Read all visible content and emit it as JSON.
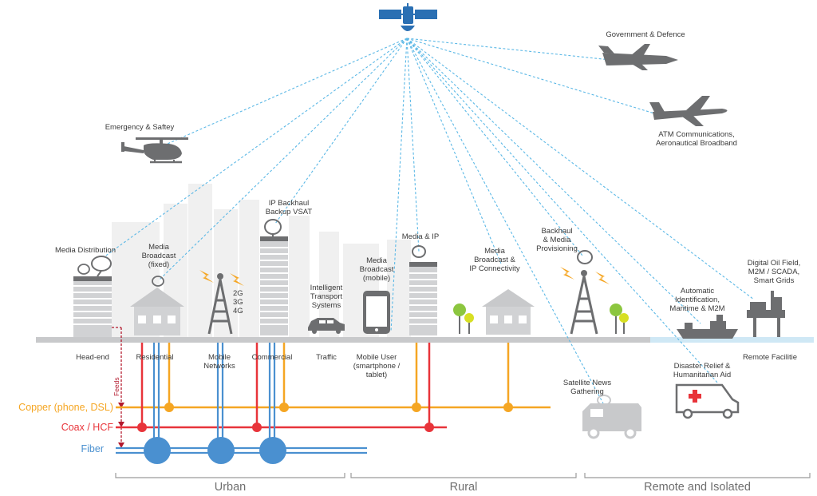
{
  "top_labels": {
    "government": "Government & Defence",
    "atm": "ATM Communications,\nAeronautical Broadband",
    "emergency": "Emergency & Saftey"
  },
  "service_labels": {
    "media_distribution": "Media Distribution",
    "media_broadcast_fixed": "Media\nBroadcast\n(fixed)",
    "mobile_gens": "2G\n3G\n4G",
    "ip_backhaul": "IP Backhaul\nBackup VSAT",
    "its": "Intelligent\nTransport\nSystems",
    "media_broadcast_mobile": "Media\nBroadcast\n(mobile)",
    "media_ip": "Media & IP",
    "media_broadcast_ip": "Media\nBroadcast &\nIP Connectivity",
    "backhaul_media": "Backhaul\n& Media\nProvisioning",
    "ais": "Automatic\nIdentification,\nMaritime & M2M",
    "oil_field": "Digital Oil Field,\nM2M / SCADA,\nSmart Grids"
  },
  "ground_labels": {
    "head_end": "Head-end",
    "residential": "Residential",
    "mobile_networks": "Mobile\nNetworks",
    "commercial": "Commercial",
    "traffic": "Traffic",
    "mobile_user": "Mobile User\n(smartphone /\ntablet)",
    "remote_facilities": "Remote Facilitie",
    "disaster_relief": "Disaster Relief &\nHumanitarian Aid",
    "sng": "Satellite News\nGathering",
    "feeds": "Feeds"
  },
  "networks": {
    "copper": "Copper (phone, DSL)",
    "coax": "Coax / HCF",
    "fiber": "Fiber"
  },
  "regions": {
    "urban": "Urban",
    "rural": "Rural",
    "remote": "Remote and Isolated"
  },
  "colors": {
    "copper": "#f5a623",
    "coax": "#e8343a",
    "fiber": "#4a90d0",
    "link": "#5bb8e6",
    "building": "#c8c9cb",
    "skyline": "#efefef",
    "satellite": "#2a6fb3",
    "sea": "#cfe8f5"
  },
  "icons": [
    "satellite-icon",
    "fighter-jet-icon",
    "airliner-icon",
    "helicopter-icon",
    "satellite-dish-icon",
    "cell-tower-icon",
    "signal-bolt-icon",
    "car-icon",
    "smartphone-icon",
    "tree-icon",
    "ship-icon",
    "oil-rig-icon",
    "ambulance-icon",
    "news-van-icon",
    "house-icon",
    "office-building-icon"
  ]
}
